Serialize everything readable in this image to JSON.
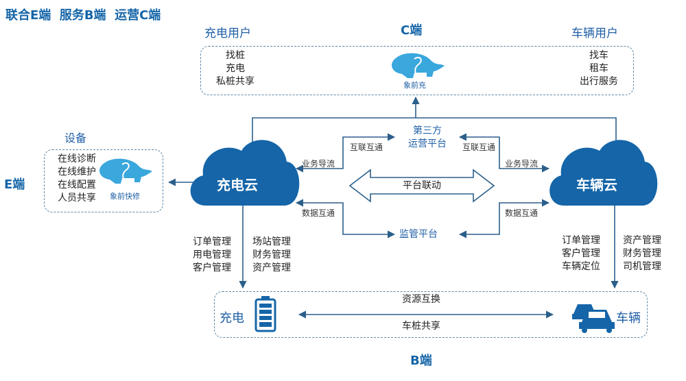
{
  "header": {
    "title": "联合E端  服务B端  运营C端"
  },
  "c_end": {
    "label": "C端",
    "charging_users": {
      "title": "充电用户",
      "items": [
        "找桩",
        "充电",
        "私桩共享"
      ]
    },
    "vehicle_users": {
      "title": "车辆用户",
      "items": [
        "找车",
        "租车",
        "出行服务"
      ]
    },
    "logo_caption": "象前充"
  },
  "e_end": {
    "label": "E端",
    "device": {
      "title": "设备",
      "items": [
        "在线诊断",
        "在线维护",
        "在线配置",
        "人员共享"
      ]
    },
    "logo_caption": "象前快修"
  },
  "clouds": {
    "charging_cloud": "充电云",
    "vehicle_cloud": "车辆云"
  },
  "center": {
    "third_party_line1": "第三方",
    "third_party_line2": "运营平台",
    "platform_link": "平台联动",
    "supervision": "监管平台",
    "interconnect_left": "互联互通",
    "interconnect_right": "互联互通",
    "business_flow_left": "业务导流",
    "business_flow_right": "业务导流",
    "data_exchange_left": "数据互通",
    "data_exchange_right": "数据互通"
  },
  "charging_mgmt": {
    "col1": [
      "订单管理",
      "用电管理",
      "客户管理"
    ],
    "col2": [
      "场站管理",
      "财务管理",
      "资产管理"
    ]
  },
  "vehicle_mgmt": {
    "col1": [
      "订单管理",
      "客户管理",
      "车辆定位"
    ],
    "col2": [
      "资产管理",
      "财务管理",
      "司机管理"
    ]
  },
  "b_end": {
    "label": "B端",
    "charging": "充电",
    "vehicle": "车辆",
    "resource_exchange": "资源互换",
    "vehicle_pile_share": "车桩共享"
  },
  "colors": {
    "cloud": "#1565a8",
    "title_blue": "#1565a8",
    "line": "#2b5f8a",
    "logo": "#3aa7dd"
  }
}
